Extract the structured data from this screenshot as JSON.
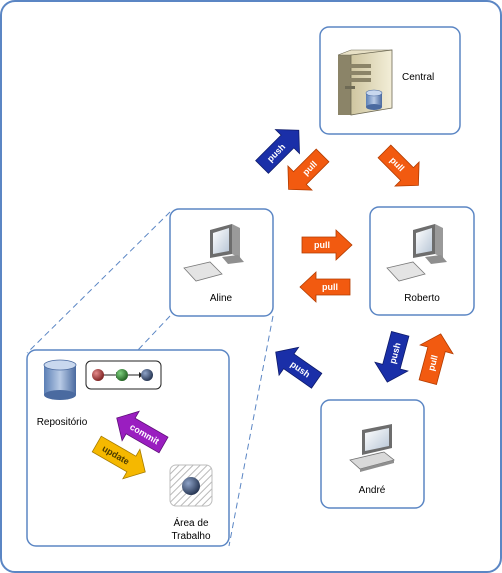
{
  "nodes": {
    "central": {
      "label": "Central",
      "icon": "server-icon"
    },
    "aline": {
      "label": "Aline",
      "icon": "desktop-computer-icon"
    },
    "roberto": {
      "label": "Roberto",
      "icon": "desktop-computer-icon"
    },
    "andre": {
      "label": "André",
      "icon": "laptop-icon"
    }
  },
  "detail": {
    "repositorio": {
      "label": "Repositório",
      "icon": "database-icon"
    },
    "area_trabalho": {
      "label_line1": "Área de",
      "label_line2": "Trabalho",
      "icon": "working-area-icon"
    },
    "history_icon": "commit-history-icon"
  },
  "arrows": {
    "aline_central_push": "push",
    "central_aline_pull": "pull",
    "central_roberto_pull": "pull",
    "aline_roberto_pull": "pull",
    "roberto_aline_pull": "pull",
    "roberto_andre_push": "push",
    "andre_roberto_pull": "pull",
    "andre_aline_push": "push",
    "commit": "commit",
    "update": "update"
  },
  "colors": {
    "push": "#1a2fa8",
    "pull": "#f25a10",
    "commit": "#9a1ec0",
    "update": "#f5b800",
    "border": "#5b86c4"
  }
}
